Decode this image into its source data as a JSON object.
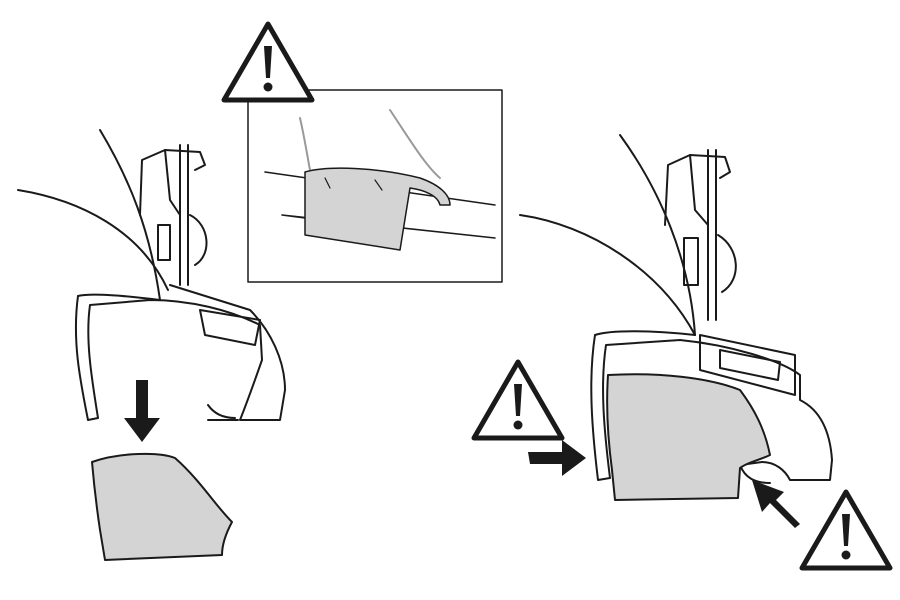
{
  "colors": {
    "line": "#1a1a1a",
    "pad_fill": "#d4d4d4",
    "arrow_fill": "#1a1a1a",
    "background": "#ffffff"
  },
  "icons": {
    "warning": "warning-triangle-icon",
    "arrow": "arrow-icon"
  },
  "panels": [
    {
      "step": "remove-pad",
      "shows": [
        "car-body",
        "foot-bracket",
        "down-arrow",
        "rubber-pad"
      ]
    },
    {
      "step": "detail",
      "shows": [
        "warning-icon",
        "clip-on-bar"
      ]
    },
    {
      "step": "fit-pad",
      "shows": [
        "car-body",
        "foot-bracket",
        "rubber-pad-fitted",
        "push-arrows",
        "warning-icons"
      ]
    }
  ]
}
